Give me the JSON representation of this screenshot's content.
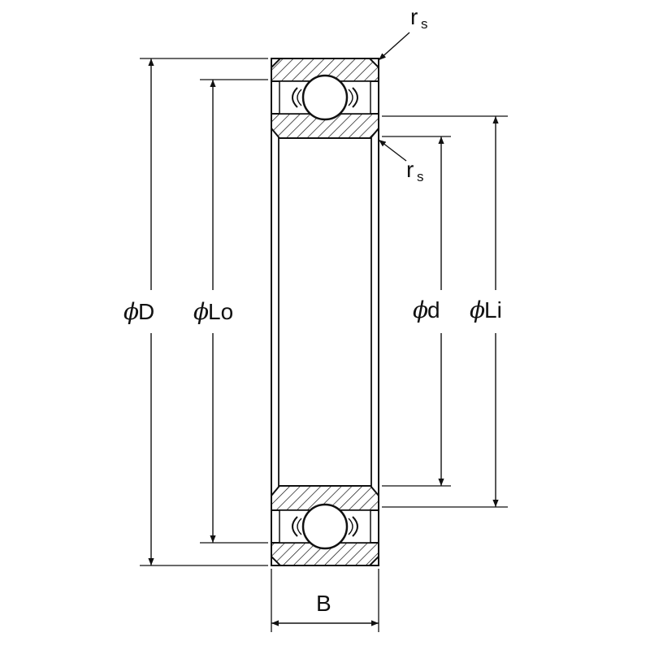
{
  "labels": {
    "D": "D",
    "Lo": "Lo",
    "d": "d",
    "Li": "Li",
    "B": "B",
    "r": "r",
    "s": "s",
    "phi": "ϕ"
  },
  "colors": {
    "line": "#111111",
    "background": "#ffffff"
  }
}
